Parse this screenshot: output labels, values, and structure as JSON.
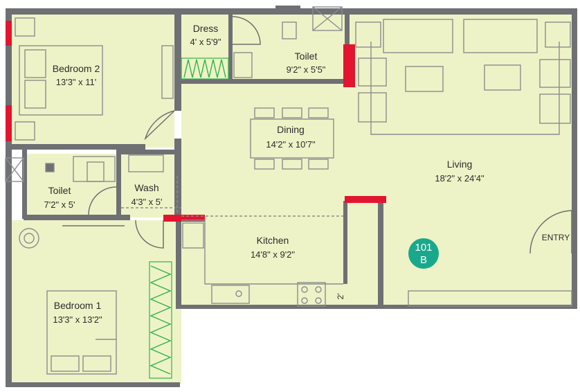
{
  "colors": {
    "floor": "#eef3c7",
    "wall": "#6e7073",
    "opening": "#e3142f",
    "fixture_line": "#8a8c8e",
    "plant": "#2fb34a",
    "badge": "#1aa88c"
  },
  "rooms": {
    "bedroom2": {
      "name": "Bedroom 2",
      "dim": "13'3\" x 11'"
    },
    "dress": {
      "name": "Dress",
      "dim": "4' x 5'9\""
    },
    "toilet_top": {
      "name": "Toilet",
      "dim": "9'2\" x 5'5\""
    },
    "dining": {
      "name": "Dining",
      "dim": "14'2\" x 10'7\""
    },
    "living": {
      "name": "Living",
      "dim": "18'2\" x 24'4\""
    },
    "toilet_left": {
      "name": "Toilet",
      "dim": "7'2\" x 5'"
    },
    "wash": {
      "name": "Wash",
      "dim": "4'3\" x 5'"
    },
    "kitchen": {
      "name": "Kitchen",
      "dim": "14'8\" x 9'2\""
    },
    "bedroom1": {
      "name": "Bedroom 1",
      "dim": "13'3\" x 13'2\""
    }
  },
  "labels": {
    "entry": "ENTRY",
    "unit_number": "101",
    "unit_block": "B",
    "kitchen_gap": "2'"
  }
}
